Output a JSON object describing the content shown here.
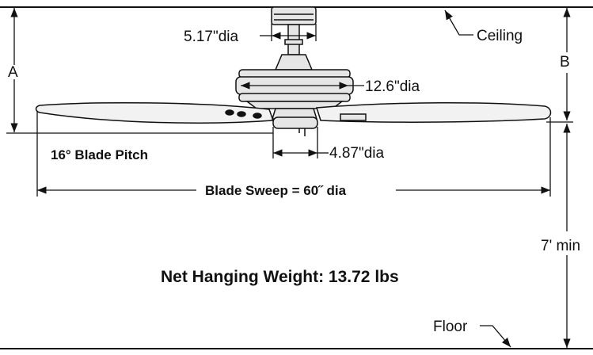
{
  "labels": {
    "canopy_diameter": "5.17\"dia",
    "ceiling": "Ceiling",
    "dimension_a": "A",
    "dimension_b": "B",
    "motor_diameter": "12.6\"dia",
    "blade_pitch": "16° Blade Pitch",
    "light_kit_diameter": "4.87\"dia",
    "blade_sweep": "Blade Sweep = 60˝ dia",
    "min_height": "7' min",
    "net_weight": "Net Hanging Weight: 13.72 lbs",
    "floor": "Floor"
  },
  "colors": {
    "line": "#111111",
    "motor_fill": "#e6e6e6",
    "blade_fill": "#f2f2f2"
  }
}
